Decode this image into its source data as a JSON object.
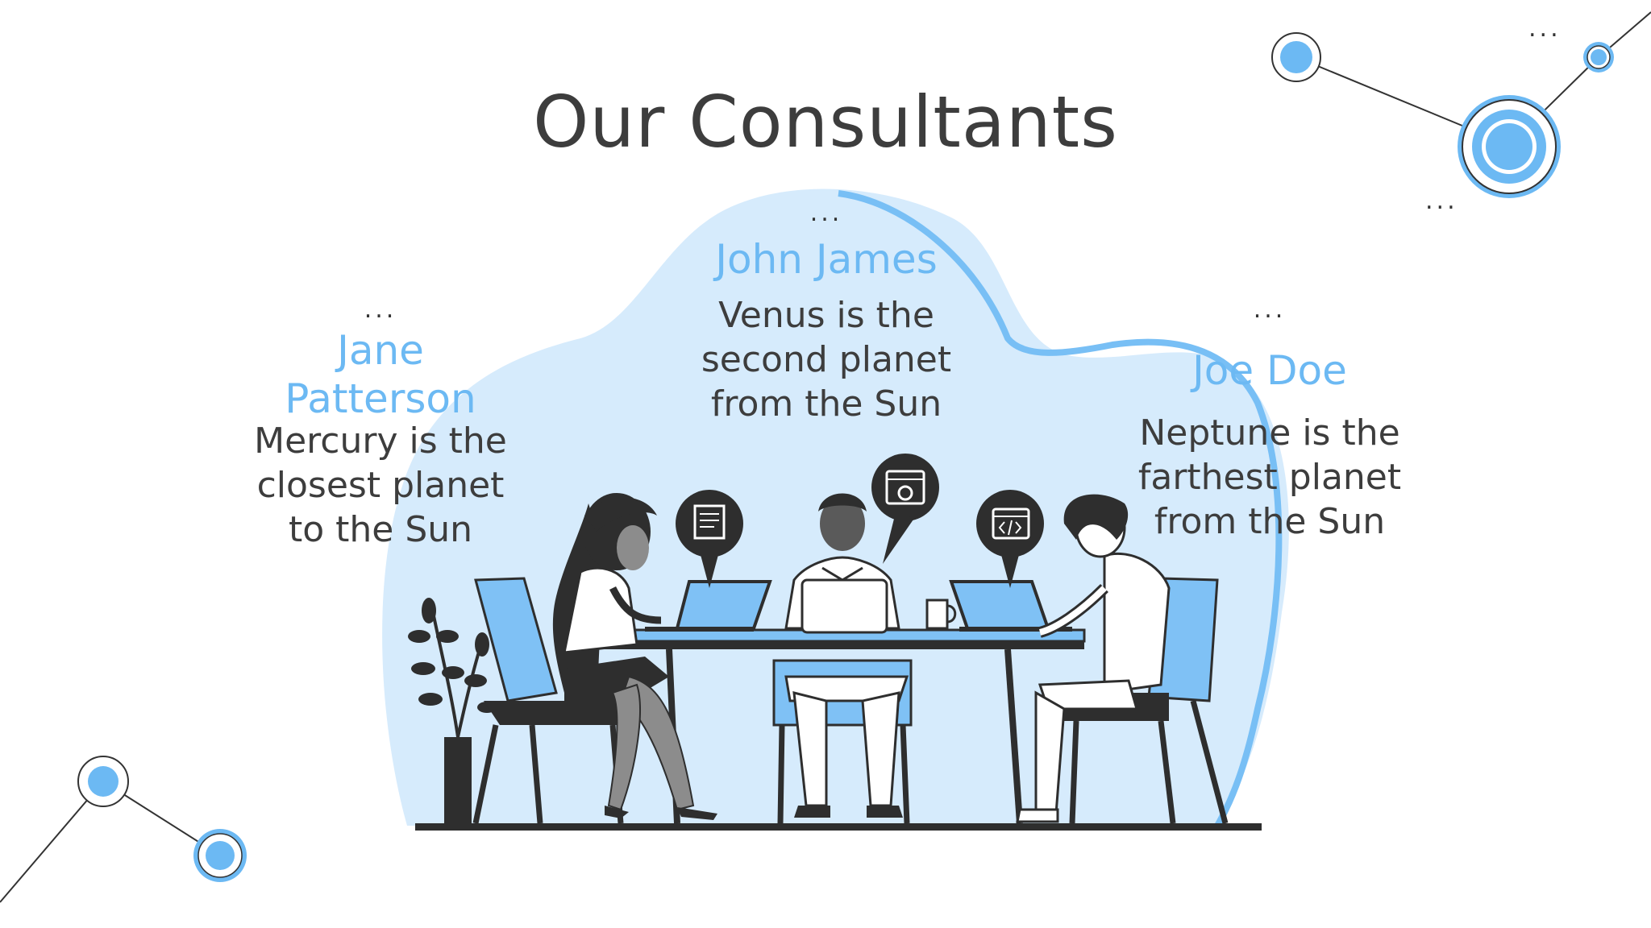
{
  "slide": {
    "title": "Our Consultants"
  },
  "consultants": [
    {
      "dots": "...",
      "name": "Jane Patterson",
      "description": "Mercury is the closest planet to the Sun"
    },
    {
      "dots": "...",
      "name": "John James",
      "description": "Venus is the second planet from the Sun"
    },
    {
      "dots": "...",
      "name": "Joe Doe",
      "description": "Neptune is the farthest planet from the Sun"
    }
  ],
  "decoration": {
    "dots_right": "...",
    "dots_right_lower": "..."
  },
  "illustration": {
    "icons": [
      "folder-document-icon",
      "browser-settings-icon",
      "browser-code-icon"
    ]
  },
  "colors": {
    "accent": "#6cb9f3",
    "blob": "#d6ebfc",
    "blob_outline": "#78bff5",
    "text": "#3d3d3d",
    "dark": "#2e2e2e",
    "chair": "#7fc1f5"
  }
}
